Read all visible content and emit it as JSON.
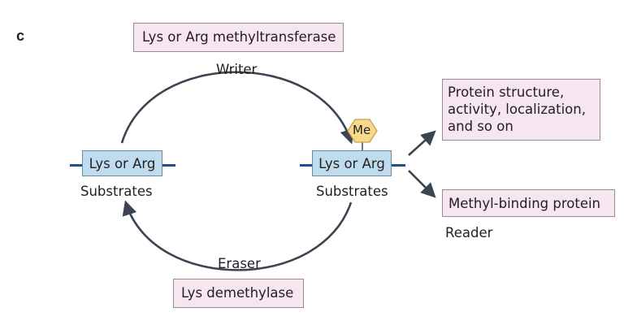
{
  "panel_label": "c",
  "writer": {
    "enzyme": "Lys or Arg methyltransferase",
    "role": "Writer"
  },
  "eraser": {
    "enzyme": "Lys demethylase",
    "role": "Eraser"
  },
  "substrate_left": {
    "residue": "Lys or Arg",
    "caption": "Substrates"
  },
  "substrate_right": {
    "residue": "Lys or Arg",
    "caption": "Substrates",
    "mark": "Me"
  },
  "outcomes": {
    "effects": [
      "Protein structure,",
      "activity, localization,",
      "and so on"
    ],
    "binding": "Methyl-binding protein",
    "role": "Reader"
  },
  "colors": {
    "box_pink": "#f5e6ef",
    "box_blue": "#bfdcef",
    "line_dark": "#3b4450",
    "stub_blue": "#1d4f91",
    "mark_fill": "#f7d98b"
  }
}
